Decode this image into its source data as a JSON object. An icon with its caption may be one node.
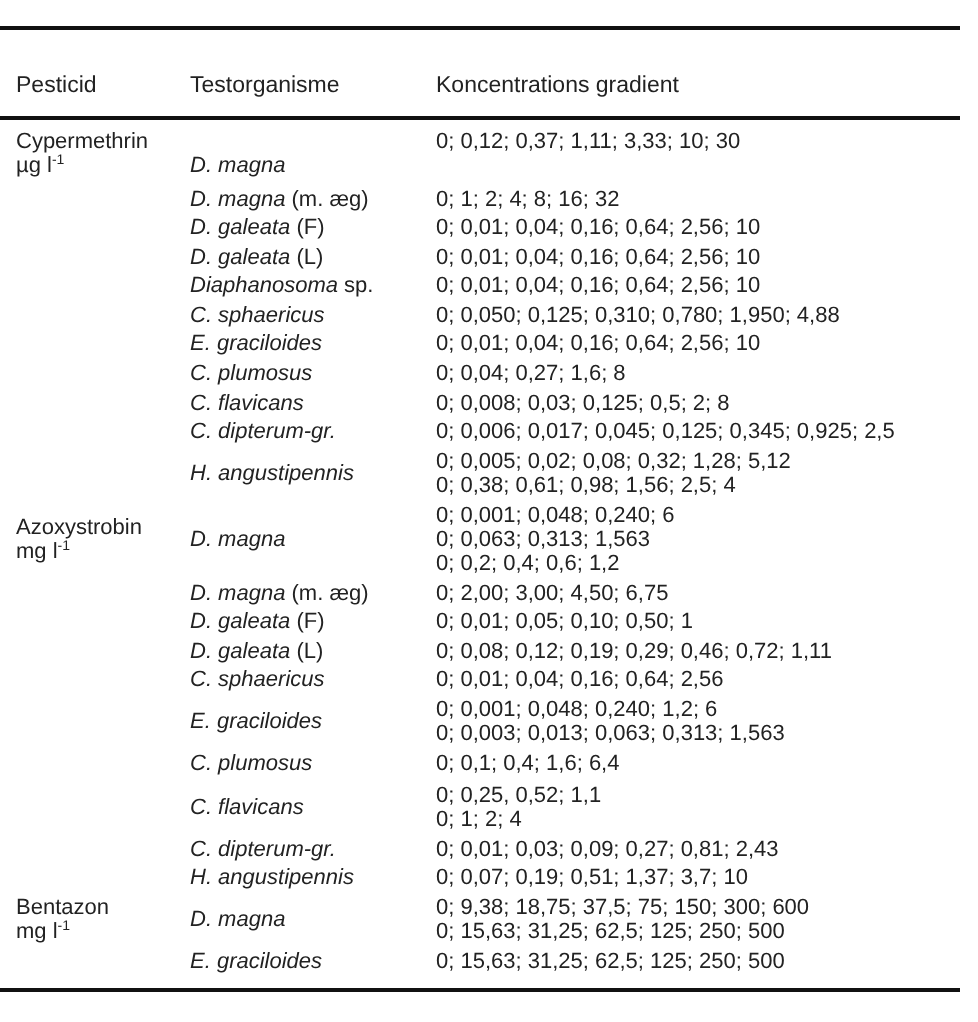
{
  "diagram": {
    "labels": [
      "Pesticid",
      "Testorganisme",
      "Koncentrations gradient",
      "Cypermethrin",
      "µg l$^{-1}$",
      "D. magna",
      "0; 0,12; 0,37; 1,11; 3,33; 10; 30",
      "*D. magna* (m. æg)",
      "0; 1; 2; 4; 8; 16; 32",
      "*D. galeata* (F)",
      "0; 0,01; 0,04; 0,16; 0,64; 2,56; 10",
      "*D. galeata* (L)",
      "0; 0,01; 0,04; 0,16; 0,64; 2,56; 10",
      "*Diaphanosoma* sp.",
      "0; 0,01; 0,04; 0,16; 0,64; 2,56; 10",
      "C. sphaericus",
      "0; 0,050; 0,125; 0,310; 0,780; 1,950; 4,88",
      "E. graciloides",
      "0; 0,01; 0,04; 0,16; 0,64; 2,56; 10",
      "C. plumosus",
      "0; 0,04; 0,27; 1,6; 8",
      "C. flavicans",
      "0; 0,008; 0,03; 0,125; 0,5; 2; 8",
      "C. dipterum-gr.",
      "0; 0,006; 0,017; 0,045; 0,125; 0,345; 0,925; 2,5",
      "H. angustipennis",
      "0; 0,005; 0,02; 0,08; 0,32; 1,28; 5,12",
      "0; 0,38; 0,61; 0,98; 1,56; 2,5; 4",
      "Azoxystrobin",
      "mg l$^{-1}$",
      "D. magna",
      "0; 0,001; 0,048; 0,240; 6",
      "0; 0,063; 0,313; 1,563",
      "0; 0,2; 0,4; 0,6; 1,2",
      "*D. magna* (m. æg)",
      "0; 2,00; 3,00; 4,50; 6,75",
      "*D. galeata* (F)",
      "0; 0,01; 0,05; 0,10; 0,50; 1",
      "*D. galeata* (L)",
      "0; 0,08; 0,12; 0,19; 0,29; 0,46; 0,72; 1,11",
      "C. sphaericus",
      "0; 0,01; 0,04; 0,16; 0,64; 2,56",
      "E. graciloides",
      "0; 0,001; 0,048; 0,240; 1,2; 6",
      "0; 0,003; 0,013; 0,063; 0,313; 1,563",
      "C. plumosus",
      "0; 0,1; 0,4; 1,6; 6,4",
      "C. flavicans",
      "0; 0,25, 0,52; 1,1",
      "0; 1; 2; 4",
      "C. dipterum-gr.",
      "0; 0,01; 0,03; 0,09; 0,27; 0,81; 2,43",
      "H. angustipennis",
      "0; 0,07; 0,19; 0,51; 1,37; 3,7; 10",
      "Bentazon",
      "mg l$^{-1}$",
      "D. magna",
      "0; 9,38; 18,75; 37,5; 75; 150; 300; 600",
      "0; 15,63; 31,25; 62,5; 125; 250; 500",
      "E. graciloides",
      "0; 15,63; 31,25; 62,5; 125; 250; 500"
    ]
  }
}
